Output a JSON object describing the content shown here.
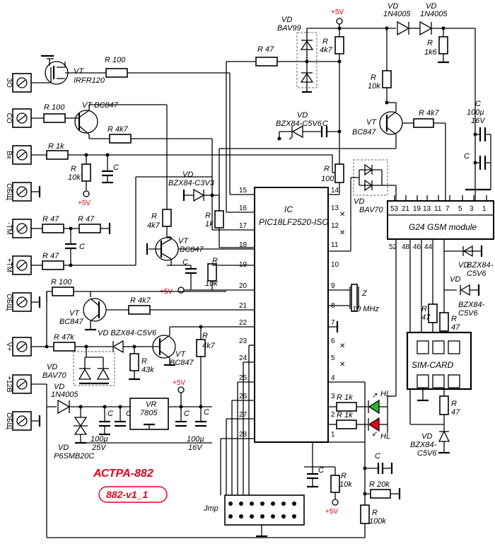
{
  "connectors": [
    {
      "id": "c1",
      "label": "ЗО"
    },
    {
      "id": "c2",
      "label": "СО"
    },
    {
      "id": "c3",
      "label": "Вх"
    },
    {
      "id": "c4",
      "label": "ОБЩ"
    },
    {
      "id": "c5",
      "label": "-ТМ"
    },
    {
      "id": "c6",
      "label": "+ТМ"
    },
    {
      "id": "c7",
      "label": "ОБЩ"
    },
    {
      "id": "c8",
      "label": "V+"
    },
    {
      "id": "c9",
      "label": "+12В"
    },
    {
      "id": "c10",
      "label": "ОБЩ"
    }
  ],
  "labels": {
    "vt_irfr": [
      "VT",
      "IRFR120"
    ],
    "r100_top": "R 100",
    "r47_top": "R  47",
    "vd_bav99": [
      "VD",
      "BAV99"
    ],
    "plus5v": "+5V",
    "vd_1n4005a": [
      "VD",
      "1N4005"
    ],
    "vd_1n4005b": [
      "VD",
      "1N4005"
    ],
    "r_1k6": [
      "R",
      "1k6"
    ],
    "r_4k7_a": [
      "R",
      "4k7"
    ],
    "r_10k_a": [
      "R",
      "10k"
    ],
    "r100_co": "R 100",
    "vt_bc847_co": "VT BC847",
    "r4k7_co": "R 4k7",
    "vd_bzx84_c5v6_top": [
      "VD",
      "BZX84-C5V6"
    ],
    "c_top": "C",
    "vt_bc847_b": [
      "VT",
      "BC847"
    ],
    "r4k7_gsm": "R 4k7",
    "c_100u": [
      "C",
      "100µ",
      "16V"
    ],
    "c_gsm": "C",
    "r1k_bx": "R 1k",
    "r10k_bx": [
      "R",
      "10k"
    ],
    "c_bx": "C",
    "plus5v_b": "+5V",
    "vd_bzx84_c3v3": [
      "VD",
      "BZX84-C3V3"
    ],
    "r_100_ic": [
      "R",
      "100"
    ],
    "vd_bav70_top": [
      "VD",
      "BAV70"
    ],
    "r47_tm1": "R  47",
    "r47_tm2": "R  47",
    "c_tm": "C",
    "r47_tm3": "R  47",
    "r4k7_vt": [
      "R",
      "4k7"
    ],
    "r1k_ic": [
      "R",
      "1k"
    ],
    "vt_bc847_c": [
      "VT",
      "BC847"
    ],
    "c_osc": "C",
    "r10k_osc": [
      "R",
      "10k"
    ],
    "plus5v_c": "+5V",
    "ic_label": "IC",
    "ic_name": "PIC18LF2520-ISO",
    "ic_pins_left": [
      "15",
      "16",
      "17",
      "18",
      "19",
      "20",
      "21",
      "22",
      "23",
      "24",
      "25",
      "26",
      "27",
      "28"
    ],
    "ic_pins_right": [
      "14",
      "13",
      "12",
      "11",
      "10",
      "9",
      "8",
      "7",
      "6",
      "5",
      "4",
      "3",
      "2",
      "1"
    ],
    "z_label": [
      "Z",
      "10 MHz"
    ],
    "gsm_label": "G24 GSM module",
    "gsm_pins_top": [
      "53",
      "21",
      "19",
      "13",
      "11",
      "7",
      "5",
      "3",
      "1"
    ],
    "gsm_pins_bottom": [
      "52",
      "48",
      "46",
      "44"
    ],
    "vd_bzx84_c5v6_a": [
      "VD",
      "BZX84-",
      "C5V6"
    ],
    "vd_bzx84_c5v6_b": [
      "VD",
      "BZX84-",
      "C5V6"
    ],
    "r100_obsh": "R 100",
    "vt_bc847_d": [
      "VT",
      "BC847"
    ],
    "r4k7_d": "R 4k7",
    "r47_k": "R 47k",
    "vd_bzx84_c5v6_v": "VD  BZX84-C5V6",
    "vt_bc847_e": [
      "VT",
      "BC847"
    ],
    "r_43k": [
      "R",
      "43k"
    ],
    "r_4k7_e": [
      "R",
      "4k7"
    ],
    "vd_bav70_b": [
      "VD",
      "BAV70"
    ],
    "r47_sim1": [
      "R",
      "47"
    ],
    "r47_sim2": [
      "R",
      "47"
    ],
    "sim_label": "SIM-CARD",
    "vd_1n4005_c": [
      "VD",
      "1N4005"
    ],
    "vr_label": [
      "VR",
      "7805"
    ],
    "plus5v_d": "+5V",
    "c_100u25": [
      "C",
      "100µ",
      "25V"
    ],
    "c_mid": "C",
    "c_100u16": [
      "C",
      "100µ",
      "16V"
    ],
    "vd_p6smb": [
      "VD",
      "P6SMB20C"
    ],
    "r1k_hl1": "R 1k",
    "r1k_hl2": "R 1k",
    "hl": "HL",
    "r47_sim3": [
      "R",
      "47"
    ],
    "vd_bzx84_c5v6_sim": [
      "VD",
      "BZX84-",
      "C5V6"
    ],
    "title": "АСТРА-882",
    "version": "882-v1_1",
    "jmp": "Jmp",
    "c_jmp": "C",
    "r10k_jmp": [
      "R",
      "10k"
    ],
    "plus5v_e": "+5V",
    "r20k": "R 20k",
    "c_right": "C",
    "r100k": [
      "R",
      "100k"
    ]
  },
  "colors": {
    "accent_red": "#e3001b",
    "led_green": "#2db52d",
    "led_red": "#e3001b"
  }
}
